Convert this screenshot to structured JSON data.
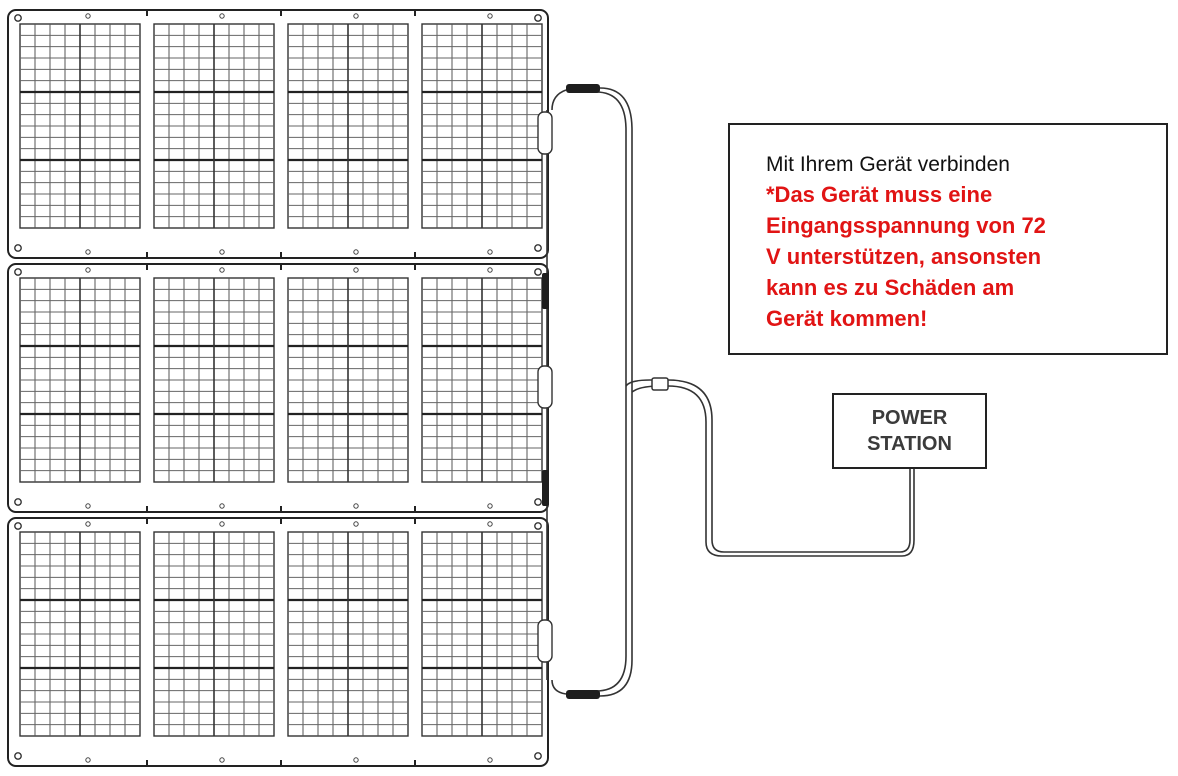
{
  "note": {
    "title": "Mit Ihrem Gerät verbinden",
    "warning": "*Das Gerät muss eine\nEingangsspannung von 72\nV unterstützen, ansonsten\nkann es zu Schäden am\nGerät kommen!",
    "warning_color": "#e11414"
  },
  "power_station": {
    "label": "POWER\nSTATION"
  },
  "solar_array": {
    "panel_rows": 3,
    "modules_per_row": 4
  }
}
